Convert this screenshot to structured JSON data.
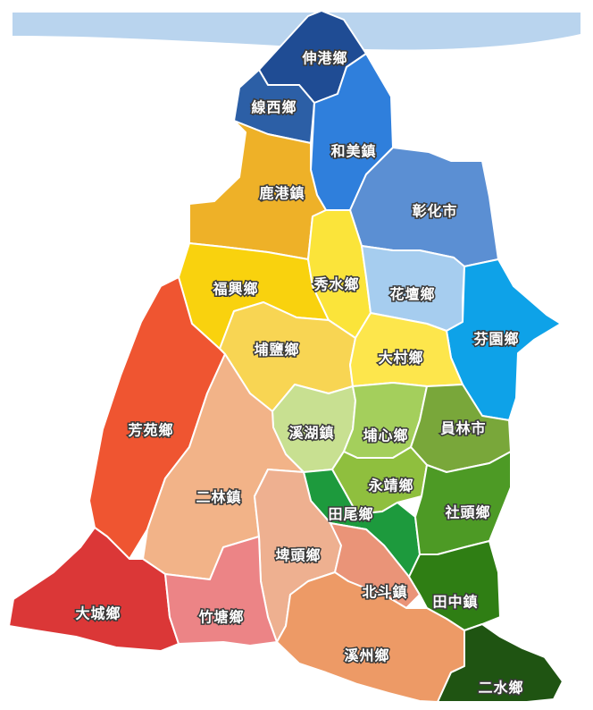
{
  "sea_color": "#b9d4ee",
  "regions": [
    {
      "id": "shengang",
      "name": "伸港鄉",
      "color": "#1f4c94"
    },
    {
      "id": "xianxi",
      "name": "線西鄉",
      "color": "#2c5fa6"
    },
    {
      "id": "hemei",
      "name": "和美鎮",
      "color": "#2f7fdc"
    },
    {
      "id": "changhua",
      "name": "彰化市",
      "color": "#5b8fd3"
    },
    {
      "id": "lugang",
      "name": "鹿港鎮",
      "color": "#eeb128"
    },
    {
      "id": "fuxing",
      "name": "福興鄉",
      "color": "#f9d20e"
    },
    {
      "id": "xiushui",
      "name": "秀水鄉",
      "color": "#fbe43a"
    },
    {
      "id": "huatan",
      "name": "花壇鄉",
      "color": "#a6cdef"
    },
    {
      "id": "fenyuan",
      "name": "芬園鄉",
      "color": "#0ea2e8"
    },
    {
      "id": "puyan",
      "name": "埔鹽鄉",
      "color": "#f8d553"
    },
    {
      "id": "dacun",
      "name": "大村鄉",
      "color": "#fde64c"
    },
    {
      "id": "fangyuan",
      "name": "芳苑鄉",
      "color": "#ef5531"
    },
    {
      "id": "xihu",
      "name": "溪湖鎮",
      "color": "#c8e091"
    },
    {
      "id": "puxin",
      "name": "埔心鄉",
      "color": "#a4cf5c"
    },
    {
      "id": "yuanlin",
      "name": "員林市",
      "color": "#79a73a"
    },
    {
      "id": "erlin",
      "name": "二林鎮",
      "color": "#f2b388"
    },
    {
      "id": "yongjing",
      "name": "永靖鄉",
      "color": "#8fbf3e"
    },
    {
      "id": "tianwei",
      "name": "田尾鄉",
      "color": "#1d9a3d"
    },
    {
      "id": "shetou",
      "name": "社頭鄉",
      "color": "#4d9a25"
    },
    {
      "id": "pitou",
      "name": "埤頭鄉",
      "color": "#eeb090"
    },
    {
      "id": "beidou",
      "name": "北斗鎮",
      "color": "#ea9478"
    },
    {
      "id": "tianzhong",
      "name": "田中鎮",
      "color": "#2f7e14"
    },
    {
      "id": "dacheng",
      "name": "大城鄉",
      "color": "#db3737"
    },
    {
      "id": "zhutang",
      "name": "竹塘鄉",
      "color": "#ec8486"
    },
    {
      "id": "xizhou",
      "name": "溪州鄉",
      "color": "#ed9a66"
    },
    {
      "id": "ershui",
      "name": "二水鄉",
      "color": "#1f5412"
    }
  ]
}
